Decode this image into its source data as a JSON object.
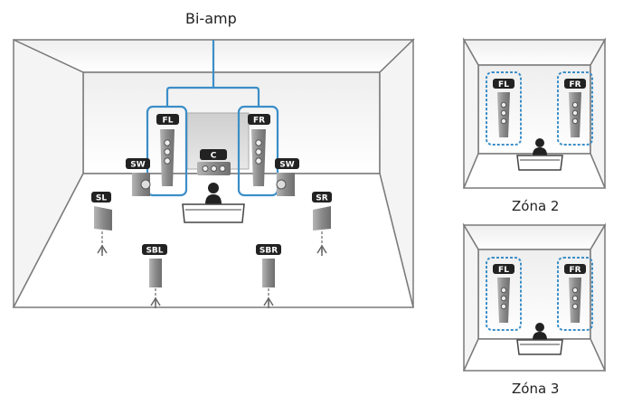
{
  "title": "Bi-amp",
  "colors": {
    "room_line": "#7a7a7a",
    "floor": "#ffffff",
    "speaker_body": "#8c8c8c",
    "speaker_dark": "#4a4a4a",
    "badge": "#222222",
    "biamp_box": "#3b8ec8",
    "zone_box": "#3b8ec8"
  },
  "main_room": {
    "speakers": {
      "fl": "FL",
      "fr": "FR",
      "c": "C",
      "sw_left": "SW",
      "sw_right": "SW",
      "sl": "SL",
      "sr": "SR",
      "sbl": "SBL",
      "sbr": "SBR"
    }
  },
  "zones": [
    {
      "caption": "Zóna 2",
      "speakers": {
        "fl": "FL",
        "fr": "FR"
      }
    },
    {
      "caption": "Zóna 3",
      "speakers": {
        "fl": "FL",
        "fr": "FR"
      }
    }
  ]
}
